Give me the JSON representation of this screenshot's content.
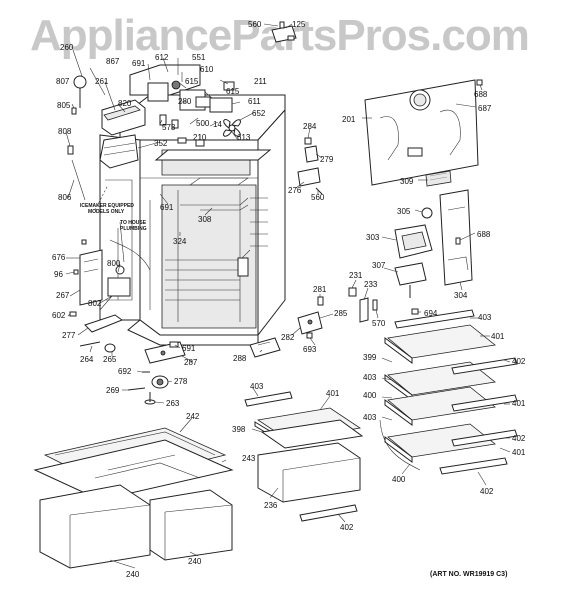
{
  "watermark": "AppliancePartsPros.com",
  "art_number": "(ART NO. WR19919 C3)",
  "notes": {
    "icemaker_line1": "ICEMAKER EQUIPPED",
    "icemaker_line2": "MODELS ONLY",
    "plumbing_line1": "TO HOUSE",
    "plumbing_line2": "PLUMBING"
  },
  "part_labels": {
    "p560_top": "560",
    "p125": "125",
    "p260": "260",
    "p867": "867",
    "p807": "807",
    "p691_a": "691",
    "p612": "612",
    "p551": "551",
    "p610": "610",
    "p261": "261",
    "p820": "820",
    "p805": "805",
    "p615_a": "615",
    "p280": "280",
    "p211": "211",
    "p615_b": "615",
    "p611": "611",
    "p573": "573",
    "p500": "500",
    "p14": "14",
    "p652": "652",
    "p210": "210",
    "p613": "613",
    "p808": "808",
    "p352": "352",
    "p284": "284",
    "p279": "279",
    "p276": "276",
    "p560_b": "560",
    "p806": "806",
    "p691_b": "691",
    "p308": "308",
    "p324": "324",
    "p688_a": "688",
    "p201": "201",
    "p687": "687",
    "p309": "309",
    "p305": "305",
    "p688_b": "688",
    "p303": "303",
    "p676": "676",
    "p96": "96",
    "p800": "800",
    "p267": "267",
    "p802": "802",
    "p602": "602",
    "p277": "277",
    "p231": "231",
    "p281": "281",
    "p233": "233",
    "p307": "307",
    "p304": "304",
    "p285": "285",
    "p570": "570",
    "p694": "694",
    "p282": "282",
    "p693": "693",
    "p403_a": "403",
    "p401_a": "401",
    "p691_c": "691",
    "p264": "264",
    "p265": "265",
    "p287": "287",
    "p288": "288",
    "p399": "399",
    "p402_a": "402",
    "p692": "692",
    "p278": "278",
    "p269": "269",
    "p263": "263",
    "p403_b": "403",
    "p400_a": "400",
    "p401_b": "401",
    "p403_c": "403",
    "p402_b": "402",
    "p401_c": "401",
    "p403_d": "403",
    "p401_d": "401",
    "p398": "398",
    "p242": "242",
    "p243": "243",
    "p236": "236",
    "p400_b": "400",
    "p402_c": "402",
    "p402_d": "402",
    "p240_a": "240",
    "p240_b": "240"
  }
}
